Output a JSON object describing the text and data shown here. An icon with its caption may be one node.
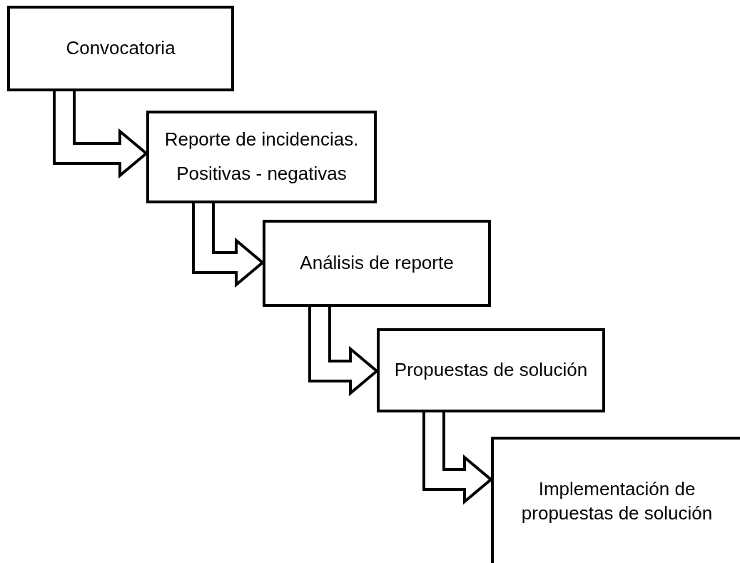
{
  "diagram": {
    "nodes": [
      {
        "text": [
          "Convocatoria"
        ]
      },
      {
        "text": [
          "Reporte de incidencias.",
          "Positivas - negativas"
        ]
      },
      {
        "text": [
          "Análisis de reporte"
        ]
      },
      {
        "text": [
          "Propuestas de solución"
        ]
      },
      {
        "text": [
          "Implementación de propuestas de solución"
        ]
      }
    ],
    "edges": [
      {
        "from": 0,
        "to": 1,
        "arrow": "to"
      },
      {
        "from": 1,
        "to": 2,
        "arrow": "to"
      },
      {
        "from": 2,
        "to": 3,
        "arrow": "to"
      },
      {
        "from": 3,
        "to": 4,
        "arrow": "to"
      }
    ]
  }
}
